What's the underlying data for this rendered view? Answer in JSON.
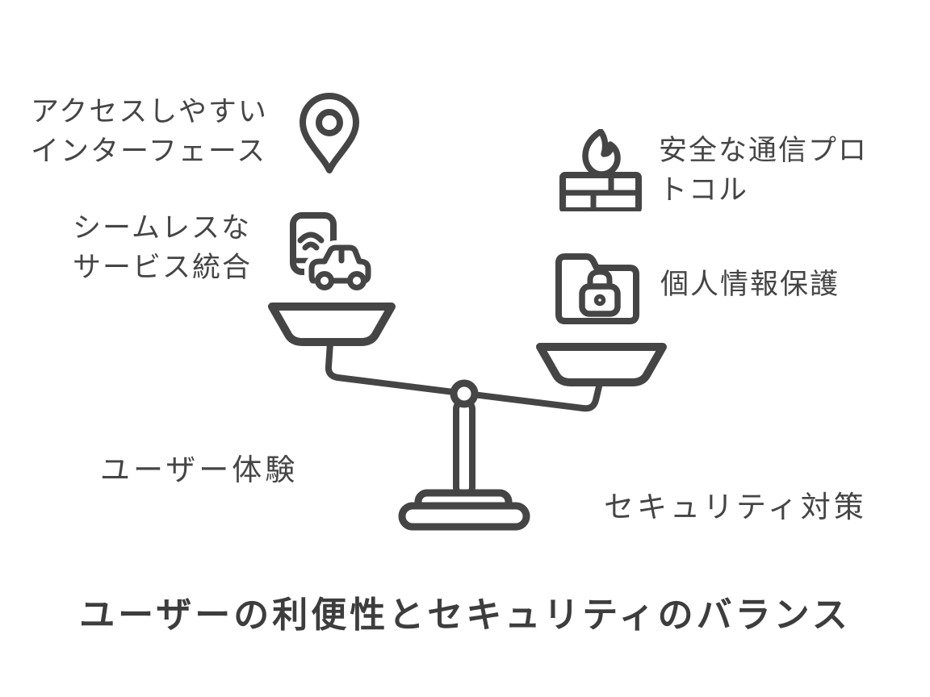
{
  "colors": {
    "ink": "#454545",
    "title_ink": "#3d3d3d",
    "background": "#ffffff"
  },
  "diagram": {
    "title": "ユーザーの利便性とセキュリティのバランス",
    "center_motif": "balance-scale",
    "left_side": {
      "category_label": "ユーザー体験",
      "items": [
        {
          "icon": "location-pin-icon",
          "label_lines": [
            "アクセスしやすい",
            "インターフェース"
          ]
        },
        {
          "icon": "smartphone-car-icon",
          "label_lines": [
            "シームレスな",
            "サービス統合"
          ]
        }
      ]
    },
    "right_side": {
      "category_label": "セキュリティ対策",
      "items": [
        {
          "icon": "firewall-icon",
          "label_lines": [
            "安全な通信プロ",
            "トコル"
          ]
        },
        {
          "icon": "folder-lock-icon",
          "label_lines": [
            "個人情報保護"
          ]
        }
      ]
    }
  }
}
